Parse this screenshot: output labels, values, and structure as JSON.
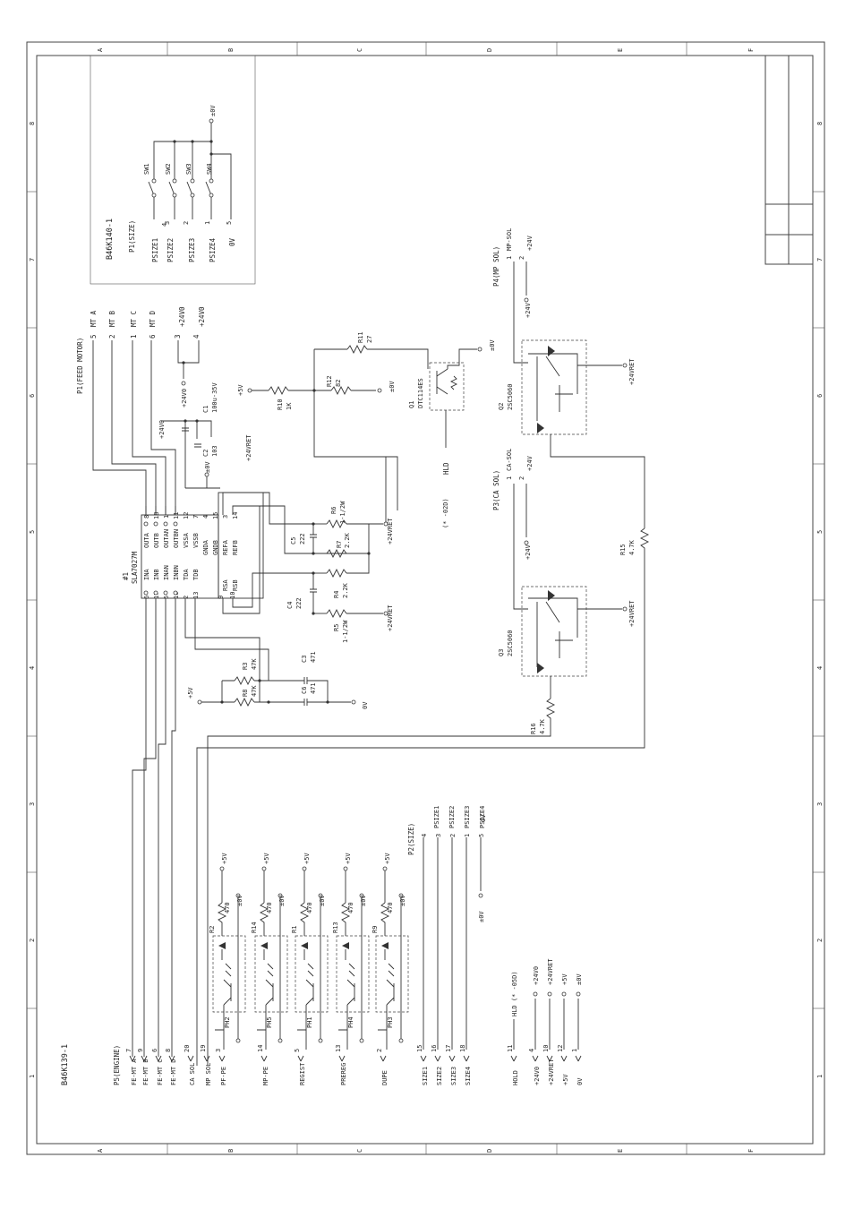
{
  "drawing_numbers": {
    "main": "B46K139-1",
    "sub_board": "B46K140-1"
  },
  "border_zones": {
    "letters": [
      "A",
      "B",
      "C",
      "D",
      "E",
      "F"
    ],
    "numbers": [
      "1",
      "2",
      "3",
      "4",
      "5",
      "6",
      "7",
      "8"
    ]
  },
  "connectors": {
    "p5": {
      "title": "P5(ENGINE)",
      "pins": [
        {
          "label": "FE-MT A",
          "num": "7"
        },
        {
          "label": "FE-MT B",
          "num": "9"
        },
        {
          "label": "FE-MT C",
          "num": "6"
        },
        {
          "label": "FE-MT D",
          "num": "8"
        },
        {
          "label": "CA SOL",
          "num": "20"
        },
        {
          "label": "MP SOL",
          "num": "19"
        },
        {
          "label": "PF-PE",
          "num": "3"
        },
        {
          "label": "MP-PE",
          "num": "14"
        },
        {
          "label": "REGIST",
          "num": "5"
        },
        {
          "label": "PREREG",
          "num": "13"
        },
        {
          "label": "DUPE",
          "num": "2"
        },
        {
          "label": "SIZE1",
          "num": "15"
        },
        {
          "label": "SIZE2",
          "num": "16"
        },
        {
          "label": "SIZE3",
          "num": "17"
        },
        {
          "label": "SIZE4",
          "num": "18"
        },
        {
          "label": "HOLD",
          "num": "11"
        },
        {
          "label": "+24V0",
          "num": "4"
        },
        {
          "label": "+24VRET",
          "num": "10"
        },
        {
          "label": "+5V",
          "num": "12"
        },
        {
          "label": "0V",
          "num": "1"
        }
      ],
      "right_labels": [
        "HLD (* -05D)",
        "+24V0",
        "+24VRET",
        "+5V",
        "±0V"
      ]
    },
    "p1_motor": {
      "title": "P1(FEED MOTOR)",
      "pins": [
        {
          "label": "MT A",
          "num": "5"
        },
        {
          "label": "MT B",
          "num": "2"
        },
        {
          "label": "MT C",
          "num": "1"
        },
        {
          "label": "MT D",
          "num": "6"
        },
        {
          "label": "+24V0",
          "num": "3"
        },
        {
          "label": "+24V0",
          "num": "4"
        }
      ]
    },
    "p1_size": {
      "title": "P1(SIZE)",
      "pins": [
        {
          "label": "PSIZE1",
          "num": "4",
          "sw": "SW1"
        },
        {
          "label": "PSIZE2",
          "num": "3",
          "sw": "SW2"
        },
        {
          "label": "PSIZE3",
          "num": "2",
          "sw": "SW3"
        },
        {
          "label": "PSIZE4",
          "num": "1",
          "sw": "SW4"
        },
        {
          "label": "0V",
          "num": "5"
        }
      ],
      "gnd": "±0V"
    },
    "p2_size": {
      "title": "P2(SIZE)",
      "pins": [
        {
          "label": "PSIZE1",
          "num": "4"
        },
        {
          "label": "PSIZE2",
          "num": "3"
        },
        {
          "label": "PSIZE3",
          "num": "2"
        },
        {
          "label": "PSIZE4",
          "num": "1"
        },
        {
          "label": "0V",
          "num": "5"
        }
      ],
      "gnd": "±0V"
    },
    "p4": {
      "title": "P4(MP SOL)",
      "pins": [
        {
          "label": "MP-SOL",
          "num": "1"
        },
        {
          "label": "+24V",
          "num": "2"
        }
      ]
    },
    "p3": {
      "title": "P3(CA SOL)",
      "pins": [
        {
          "label": "CA-SOL",
          "num": "1"
        },
        {
          "label": "+24V",
          "num": "2"
        }
      ]
    }
  },
  "ic1": {
    "ref": "#1",
    "part": "SLA7027M",
    "left_pins": [
      {
        "num": "6",
        "name": "INA"
      },
      {
        "num": "17",
        "name": "INB"
      },
      {
        "num": "5",
        "name": "INAN"
      },
      {
        "num": "16",
        "name": "INBN"
      },
      {
        "num": "2",
        "name": "TDA"
      },
      {
        "num": "13",
        "name": "TDB"
      }
    ],
    "right_pins": [
      {
        "num": "8",
        "name": "OUTA"
      },
      {
        "num": "18",
        "name": "OUTB"
      },
      {
        "num": "1",
        "name": "OUTAN"
      },
      {
        "num": "11",
        "name": "OUTBN"
      },
      {
        "num": "12",
        "name": "VSSA"
      },
      {
        "num": "7",
        "name": "VSSB"
      },
      {
        "num": "4",
        "name": "GNDA"
      },
      {
        "num": "15",
        "name": "GNDB"
      },
      {
        "num": "3",
        "name": "REFA"
      },
      {
        "num": "14",
        "name": "REFB"
      }
    ],
    "bottom_pins": [
      {
        "num": "9",
        "name": "RSA"
      },
      {
        "num": "10",
        "name": "RSB"
      }
    ]
  },
  "components": {
    "c1": {
      "ref": "C1",
      "value": "100u-35V"
    },
    "c2": {
      "ref": "C2",
      "value": "103"
    },
    "c3": {
      "ref": "C3",
      "value": "471"
    },
    "c4": {
      "ref": "C4",
      "value": "222"
    },
    "c5": {
      "ref": "C5",
      "value": "222"
    },
    "c6": {
      "ref": "C6",
      "value": "471"
    },
    "r3": {
      "ref": "R3",
      "value": "47K"
    },
    "r4": {
      "ref": "R4",
      "value": "2.2K"
    },
    "r5": {
      "ref": "R5",
      "value": "1-1/2W"
    },
    "r6": {
      "ref": "R6",
      "value": "1-1/2W"
    },
    "r7": {
      "ref": "R7",
      "value": "2.2K"
    },
    "r8": {
      "ref": "R8",
      "value": "47K"
    },
    "r10": {
      "ref": "R10",
      "value": "1K"
    },
    "r11": {
      "ref": "R11",
      "value": "27"
    },
    "r12": {
      "ref": "R12",
      "value": "82"
    },
    "r15": {
      "ref": "R15",
      "value": "4.7K"
    },
    "r16": {
      "ref": "R16",
      "value": "4.7K"
    },
    "q1": {
      "ref": "Q1",
      "value": "DTC114ES"
    },
    "q2": {
      "ref": "Q2",
      "value": "2SC5060"
    },
    "q3": {
      "ref": "Q3",
      "value": "2SC5060"
    }
  },
  "photo_sensors": [
    {
      "ph": "PH2",
      "r": "R2",
      "rv": "470"
    },
    {
      "ph": "PH5",
      "r": "R14",
      "rv": "470"
    },
    {
      "ph": "PH1",
      "r": "R1",
      "rv": "470"
    },
    {
      "ph": "PH4",
      "r": "R13",
      "rv": "470"
    },
    {
      "ph": "PH3",
      "r": "R9",
      "rv": "470"
    }
  ],
  "net_labels": {
    "p24v0": "+24V0",
    "p24vret": "+24VRET",
    "p5v": "+5V",
    "gnd_pm": "±0V",
    "gnd": "0V",
    "p24v": "+24V",
    "hld": "HLD",
    "hld_note": "(* -02D)"
  },
  "colors": {
    "ink": "#333333",
    "paper": "#ffffff"
  }
}
